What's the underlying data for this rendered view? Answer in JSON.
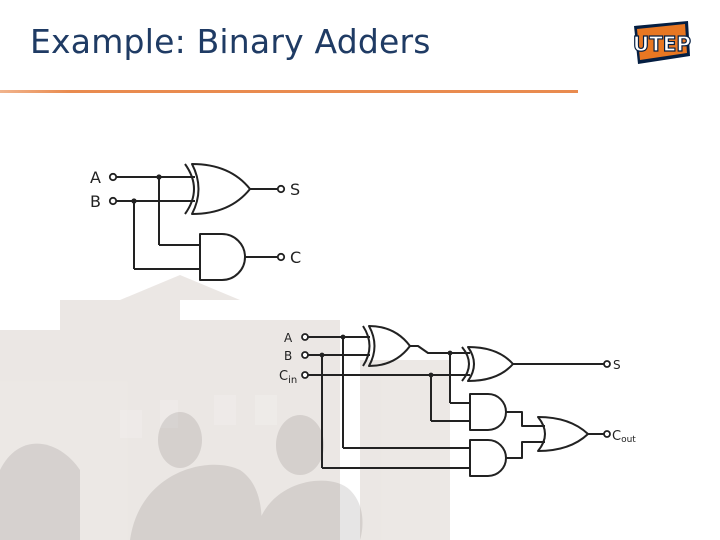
{
  "slide": {
    "title": "Example: Binary Adders",
    "accent_color": "#e98b4f",
    "title_color": "#1f3b64"
  },
  "logo": {
    "text": "UTEP",
    "icon": "utep-logo-icon",
    "colors": {
      "orange": "#e87722",
      "navy": "#041e42"
    }
  },
  "half_adder": {
    "inputs": [
      "A",
      "B"
    ],
    "outputs": [
      "S",
      "C"
    ],
    "gates": [
      "xor",
      "and"
    ]
  },
  "full_adder": {
    "inputs": [
      "A",
      "B",
      "Cin"
    ],
    "input_label_main": "C",
    "input_label_sub": "in",
    "outputs": [
      "S",
      "Cout"
    ],
    "output_label_main": "C",
    "output_label_sub": "out",
    "gates": [
      "xor",
      "xor",
      "and",
      "and",
      "or"
    ]
  }
}
